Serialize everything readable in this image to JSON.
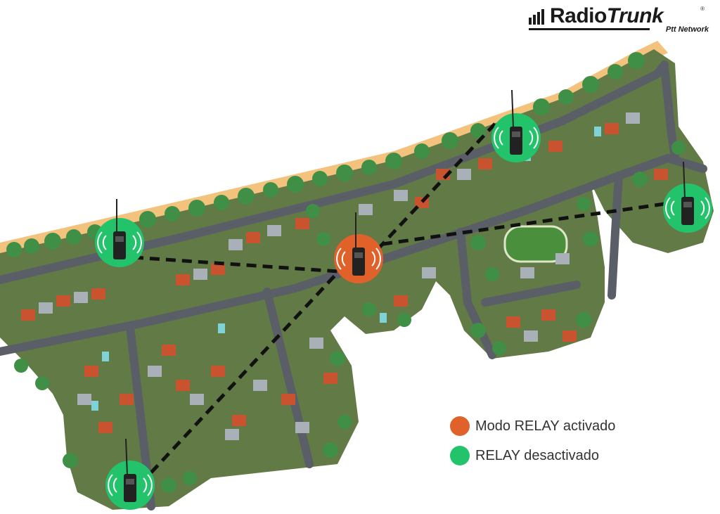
{
  "brand": {
    "name_part1": "Radio",
    "name_part2": "Trunk",
    "registered": "®",
    "tagline": "Ptt Network"
  },
  "legend": [
    {
      "label": "Modo RELAY activado",
      "color": "#e0622a"
    },
    {
      "label": "RELAY desactivado",
      "color": "#22c36b"
    }
  ],
  "radios": [
    {
      "id": "west",
      "status": "relay-off"
    },
    {
      "id": "center",
      "status": "relay-on"
    },
    {
      "id": "north",
      "status": "relay-off"
    },
    {
      "id": "east",
      "status": "relay-off"
    },
    {
      "id": "south-west",
      "status": "relay-off"
    }
  ],
  "colors": {
    "sand": "#f3c27c",
    "grass": "#627a45",
    "road": "#5a5e66",
    "roof": "#c9532f",
    "link": "#111111"
  }
}
